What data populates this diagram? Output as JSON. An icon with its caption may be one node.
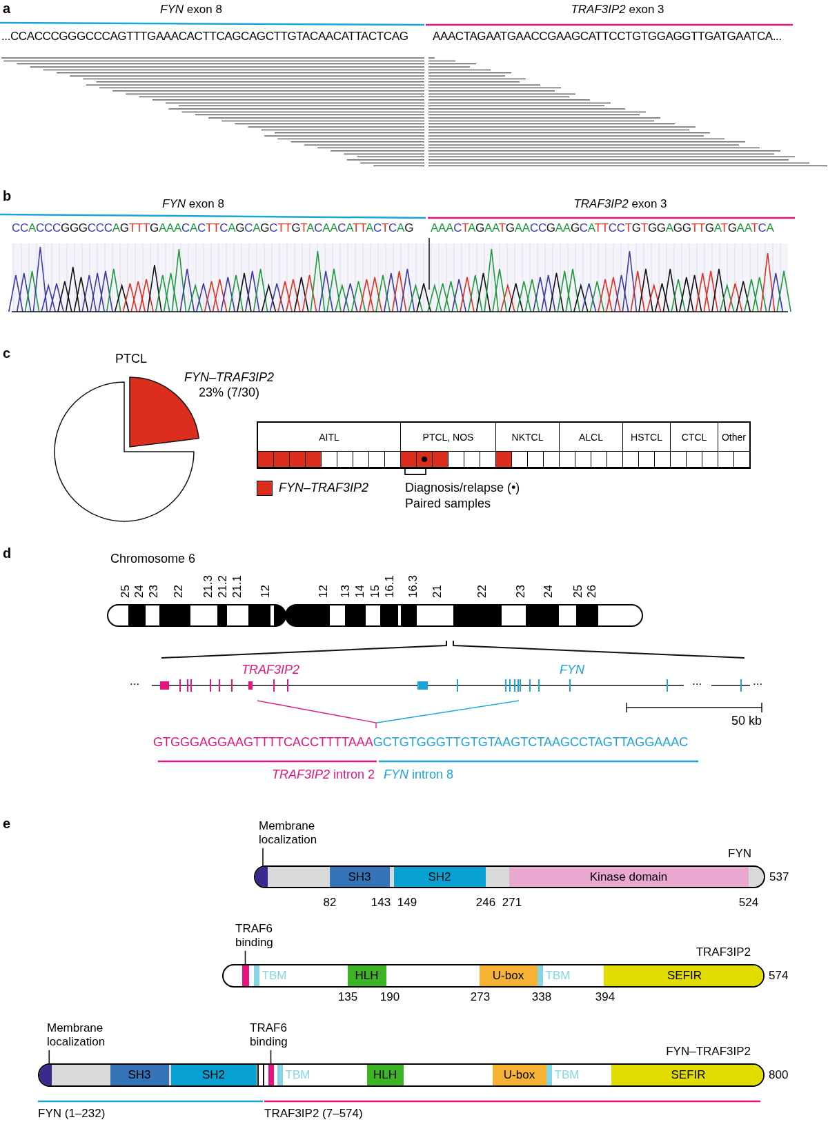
{
  "diagram": {
    "nodes": [
      {
        "text": [
          "Membrane localization"
        ]
      },
      {
        "text": [
          "FYN"
        ],
        "beside": [
          "537"
        ]
      },
      {
        "text": [],
        "shape": "bar",
        "in": 1
      },
      {
        "text": [
          "SH3"
        ],
        "in": 1
      },
      {
        "text": [
          "SH2"
        ],
        "in": 1
      },
      {
        "text": [
          "Kinase domain"
        ],
        "in": 1
      },
      {
        "text": [
          "TRAF6 binding"
        ]
      },
      {
        "text": [
          "TRAF3IP2"
        ],
        "beside": [
          "574"
        ]
      },
      {
        "text": [],
        "shape": "bar",
        "in": 7
      },
      {
        "text": [
          "TBM"
        ],
        "in": 7
      },
      {
        "text": [
          "HLH"
        ],
        "in": 7
      },
      {
        "text": [
          "U-box"
        ],
        "in": 7
      },
      {
        "text": [
          "TBM"
        ],
        "in": 7
      },
      {
        "text": [
          "SEFIR"
        ],
        "in": 7
      },
      {
        "text": [
          "Membrane localization"
        ]
      },
      {
        "text": [
          "TRAF6 binding"
        ]
      },
      {
        "text": [
          "FYN–TRAF3IP2"
        ],
        "beside": [
          "800"
        ]
      },
      {
        "text": [],
        "shape": "bar",
        "in": 16
      },
      {
        "text": [
          "SH3"
        ],
        "in": 16
      },
      {
        "text": [
          "SH2"
        ],
        "in": 16
      },
      {
        "text": [],
        "shape": "bar",
        "in": 16
      },
      {
        "text": [
          "TBM"
        ],
        "in": 16
      },
      {
        "text": [
          "HLH"
        ],
        "in": 16
      },
      {
        "text": [
          "U-box"
        ],
        "in": 16
      },
      {
        "text": [
          "TBM"
        ],
        "in": 16
      },
      {
        "text": [
          "SEFIR"
        ],
        "in": 16
      }
    ],
    "edges": [
      {
        "from": 0,
        "to": 2,
        "arrow": "none"
      },
      {
        "from": 6,
        "to": 8,
        "arrow": "none"
      },
      {
        "from": 14,
        "to": 17,
        "arrow": "none"
      },
      {
        "from": 15,
        "to": 20,
        "arrow": "none"
      }
    ],
    "labels": [
      "a",
      "*FYN* exon 8",
      "*TRAF3IP2* exon 3",
      "...CCACCCGGGCCCAGTTTGAAACACTTCAGCAGCTTGTACAACATTACTCAG",
      "AAACTAGAATGAACCGAAGCATTCCTGTGGAGGTTGATGAATCA...",
      "b",
      "*FYN* exon 8",
      "*TRAF3IP2* exon 3",
      "CCACCCGGGCCCAGTTTGAAACACTTCAGCAGCTTGTACAACATTACTCAG",
      "AAACTAGAATGAACCGAAGCATTCCTGTGGAGGTTGATGAATCA",
      "c",
      "PTCL",
      "*FYN–TRAF3IP2* 23% (7/30)",
      "AITL",
      "PTCL, NOS",
      "NKTCL",
      "ALCL",
      "HSTCL",
      "CTCL",
      "Other",
      "Diagnosis/relapse (•)",
      "Paired samples",
      "d",
      "Chromosome 6",
      "25",
      "24",
      "23",
      "22",
      "21.3",
      "21.2",
      "21.1",
      "12",
      "12",
      "13",
      "14",
      "15",
      "16.1",
      "16.3",
      "21",
      "22",
      "23",
      "24",
      "25",
      "26",
      "...",
      "TRAF3IP2",
      "FYN",
      "...",
      "...",
      "50 kb",
      "GTGGGAGGAAGTTTTCACCTTTTAAA",
      "GCTGTGGGTTGTGTAAGTCTAAGCCTAGTTAGGAAAC",
      "*TRAF3IP2* intron 2",
      "*FYN* intron 8",
      "e",
      "82",
      "143",
      "149",
      "246",
      "271",
      "524",
      "135",
      "190",
      "273",
      "338",
      "394",
      "FYN (1–232)",
      "TRAF3IP2 (7–574)"
    ],
    "legend": [
      {
        "text": "FYN–TRAF3IP2",
        "color": "#dc2e1f"
      }
    ]
  }
}
